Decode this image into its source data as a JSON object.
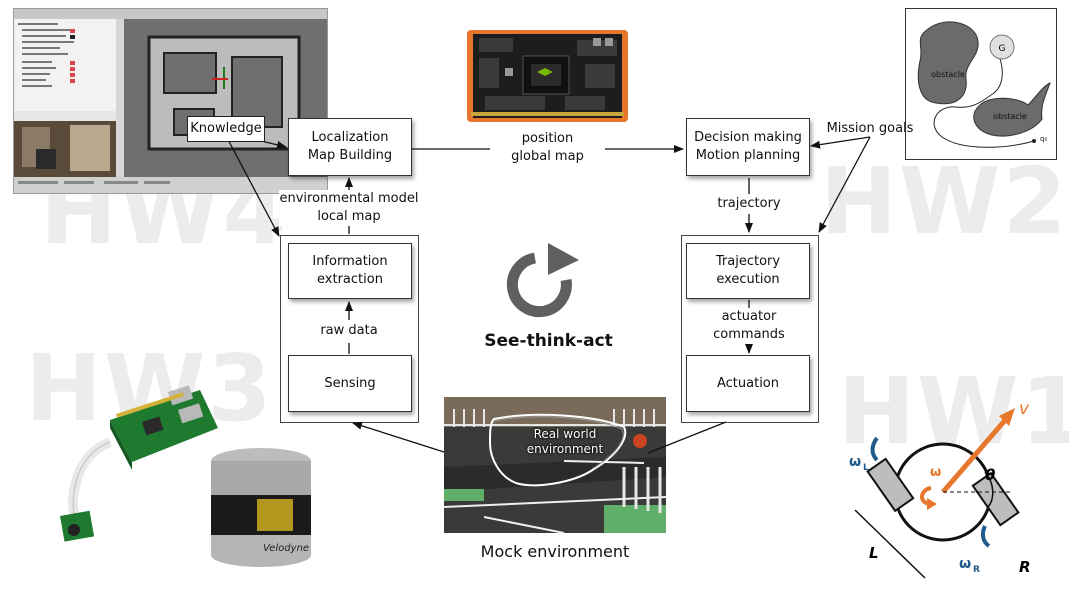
{
  "watermarks": {
    "hw1": "HW1",
    "hw2": "HW2",
    "hw3": "HW3",
    "hw4": "HW4"
  },
  "boxes": {
    "localization": "Localization\nMap Building",
    "information": "Information\nextraction",
    "sensing": "Sensing",
    "decision": "Decision making\nMotion planning",
    "trajectory": "Trajectory\nexecution",
    "actuation": "Actuation",
    "knowledge": "Knowledge"
  },
  "labels": {
    "position": "position\nglobal map",
    "env_model": "environmental model\nlocal map",
    "raw_data": "raw data",
    "trajectory": "trajectory",
    "actuator": "actuator\ncommands",
    "mission": "Mission goals",
    "see_think_act": "See-think-act",
    "mock_env": "Mock environment",
    "real_world": "Real world\nenvironment"
  },
  "map_inset": {
    "obstacle1": "obstacle",
    "obstacle2": "obstacle",
    "goal": "G",
    "start": "q₀"
  },
  "robot_diagram": {
    "v": "v",
    "omega": "ω",
    "theta": "θ",
    "omega_l": "ω",
    "omega_l_sub": "L",
    "omega_r": "ω",
    "omega_r_sub": "R",
    "L": "L",
    "R": "R"
  },
  "lidar_label": "Velodyne",
  "colors": {
    "accent_orange": "#e8772e",
    "accent_blue": "#1f5a8a",
    "wheel": "#555555"
  }
}
